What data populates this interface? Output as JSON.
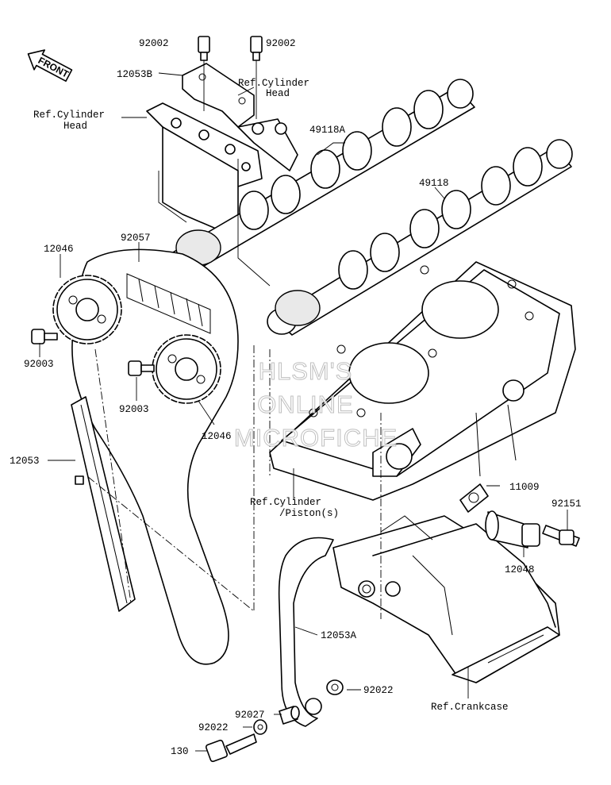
{
  "diagram": {
    "front_marker": "FRONT",
    "watermark": [
      "HLSM'S",
      "ONLINE",
      "MICROFICHE"
    ],
    "labels": {
      "bolt_92002_left": "92002",
      "bolt_92002_right": "92002",
      "cap_12053b": "12053B",
      "ref_cylinder_head_upper": [
        "Ref.Cylinder",
        "Head"
      ],
      "ref_cylinder_head_left": [
        "Ref.Cylinder",
        "Head"
      ],
      "camshaft_49118a": "49118A",
      "camshaft_49118": "49118",
      "chain_92057": "92057",
      "sprocket_12046_left": "12046",
      "sprocket_12046_right": "12046",
      "bolt_92003_left": "92003",
      "bolt_92003_right": "92003",
      "guide_12053": "12053",
      "ref_cylinder_piston": [
        "Ref.Cylinder",
        "/Piston(s)"
      ],
      "gasket_11009": "11009",
      "bolt_92151": "92151",
      "tensioner_12048": "12048",
      "guide_12053a": "12053A",
      "washer_92022_right": "92022",
      "collar_92027": "92027",
      "washer_92022_left": "92022",
      "bolt_130": "130",
      "ref_crankcase": "Ref.Crankcase"
    }
  }
}
